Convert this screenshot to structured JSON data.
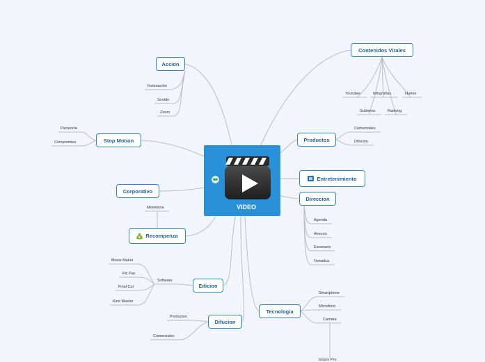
{
  "center": {
    "label": "VIDEO",
    "icon": "video-clapperboard-play-icon",
    "globe_icon": "globe-icon"
  },
  "topics": {
    "accion": {
      "label": "Accion",
      "leaves": [
        "Iluminación",
        "Sonido",
        "Zoom"
      ]
    },
    "stop_motion": {
      "label": "Stop Motion",
      "leaves": [
        "Paciencia",
        "Compromiso"
      ]
    },
    "corporativo": {
      "label": "Corporativo"
    },
    "recompenza": {
      "label": "Recompenza",
      "icon": "money-bag-icon",
      "leaves": [
        "Monetaria"
      ]
    },
    "edicion": {
      "label": "Edicion",
      "sub": "Software",
      "leaves": [
        "Movie Maker",
        "Pic Pac",
        "Final Cut",
        "Kine Master"
      ]
    },
    "difucion": {
      "label": "Difucion",
      "leaves": [
        "Productos",
        "Comerciales"
      ]
    },
    "contenidos_virales": {
      "label": "Contenidos Virales",
      "leaves": [
        "Youtuber",
        "Infografías",
        "Humor",
        "Subtema",
        "Ranking"
      ]
    },
    "productos": {
      "label": "Productos",
      "leaves": [
        "Comerciales",
        "Difucion"
      ]
    },
    "entretenimiento": {
      "label": "Entretenimiento",
      "icon": "film-icon"
    },
    "direccion": {
      "label": "Direccion",
      "leaves": [
        "Agenda",
        "Atrezzo",
        "Escenario",
        "Tematica"
      ]
    },
    "tecnologia": {
      "label": "Tecnologia",
      "leaves": [
        "Smartphone",
        "Microfono",
        "Camara",
        "Gopro Pro"
      ]
    }
  },
  "colors": {
    "background": "#f2f5fb",
    "accent": "#2a86cf",
    "center": "#2a90d8",
    "connector": "#b8bec8"
  }
}
